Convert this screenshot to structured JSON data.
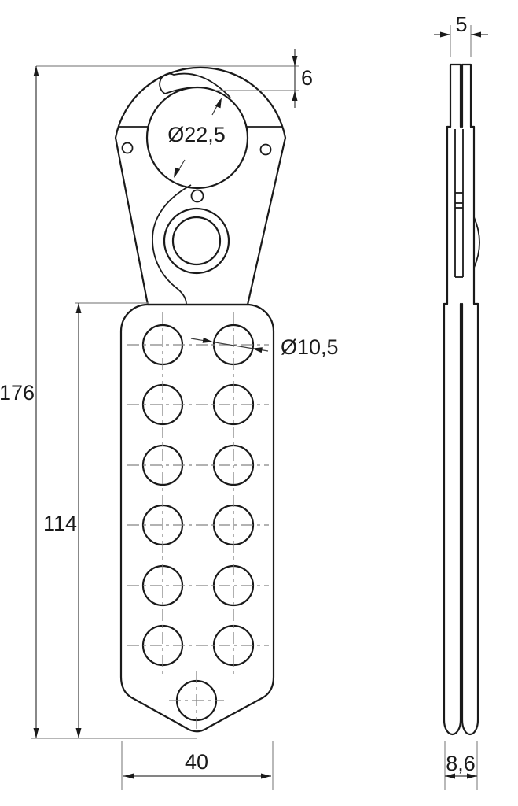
{
  "dims": {
    "total_height": "176",
    "body_height": "114",
    "body_width": "40",
    "head_offset": "6",
    "clamp_bore_diameter": "Ø22,5",
    "padlock_hole_diameter": "Ø10,5",
    "single_plate_thickness": "5",
    "stacked_thickness": "8,6"
  },
  "colors": {
    "line": "#1a1a1a",
    "dimension": "#3a3a3a",
    "centerline": "#848484",
    "background": "#ffffff"
  }
}
